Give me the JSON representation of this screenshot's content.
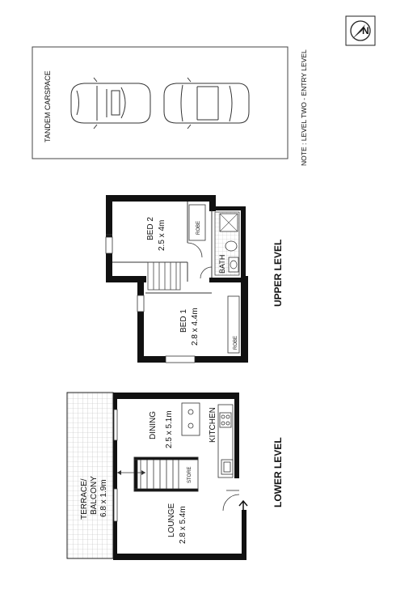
{
  "carspace": {
    "label": "TANDEM CARSPACE"
  },
  "note": "NOTE : LEVEL TWO - ENTRY LEVEL",
  "compass": {
    "letter": "N"
  },
  "upper_level": {
    "title": "UPPER LEVEL",
    "rooms": {
      "bed2": {
        "name": "BED 2",
        "size": "2.5 x 4m"
      },
      "bed1": {
        "name": "BED 1",
        "size": "2.8 x 4.4m"
      },
      "bath": {
        "name": "BATH"
      },
      "robe_top": "ROBE",
      "robe_bottom": "ROBE"
    }
  },
  "lower_level": {
    "title": "LOWER LEVEL",
    "rooms": {
      "terrace": {
        "line1": "TERRACE/",
        "line2": "BALCONY",
        "size": "6.8 x 1.9m"
      },
      "dining": {
        "name": "DINING",
        "size": "2.5 x 5.1m"
      },
      "kitchen": {
        "name": "KITCHEN"
      },
      "lounge": {
        "name": "LOUNGE",
        "size": "2.8 x 5.4m"
      },
      "store": "STORE"
    }
  },
  "colors": {
    "wall": "#111111",
    "line": "#333333",
    "tile": "#bbbbbb"
  }
}
